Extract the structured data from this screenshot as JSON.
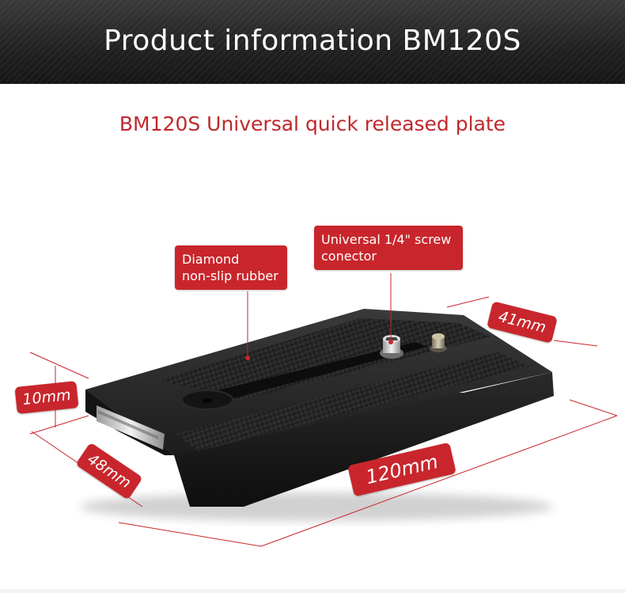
{
  "banner": {
    "title": "Product information BM120S"
  },
  "subtitle": "BM120S Universal quick released plate",
  "callouts": {
    "rubber": {
      "line1": "Diamond",
      "line2": "non-slip rubber"
    },
    "screw": {
      "line1": "Universal 1/4\" screw",
      "line2": "conector"
    }
  },
  "dimensions": {
    "width": "41mm",
    "height": "10mm",
    "depth": "48mm",
    "length": "120mm"
  },
  "colors": {
    "accent": "#c8262c",
    "banner": "#1e1e1e",
    "product": "#1a1a1a"
  }
}
